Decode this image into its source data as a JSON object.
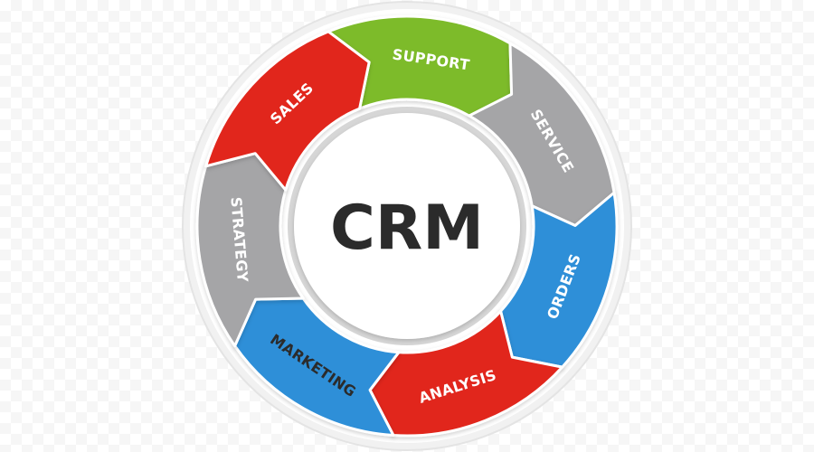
{
  "diagram": {
    "center_label": "CRM",
    "colors": {
      "green": "#7dbb2a",
      "gray": "#a5a5a7",
      "blue": "#2f8fd8",
      "red": "#e1261c",
      "center_fill": "#ffffff",
      "center_ring": "#d2d2d2",
      "outer_border": "#e4e4e4"
    },
    "segments": [
      {
        "label": "SUPPORT",
        "color": "#7dbb2a",
        "text_color": "#ffffff"
      },
      {
        "label": "SERVICE",
        "color": "#a5a5a7",
        "text_color": "#ffffff"
      },
      {
        "label": "ORDERS",
        "color": "#2f8fd8",
        "text_color": "#ffffff"
      },
      {
        "label": "ANALYSIS",
        "color": "#e1261c",
        "text_color": "#ffffff"
      },
      {
        "label": "MARKETING",
        "color": "#2f8fd8",
        "text_color": "#2b2b2b"
      },
      {
        "label": "STRATEGY",
        "color": "#a5a5a7",
        "text_color": "#ffffff"
      },
      {
        "label": "SALES",
        "color": "#e1261c",
        "text_color": "#ffffff"
      }
    ]
  }
}
